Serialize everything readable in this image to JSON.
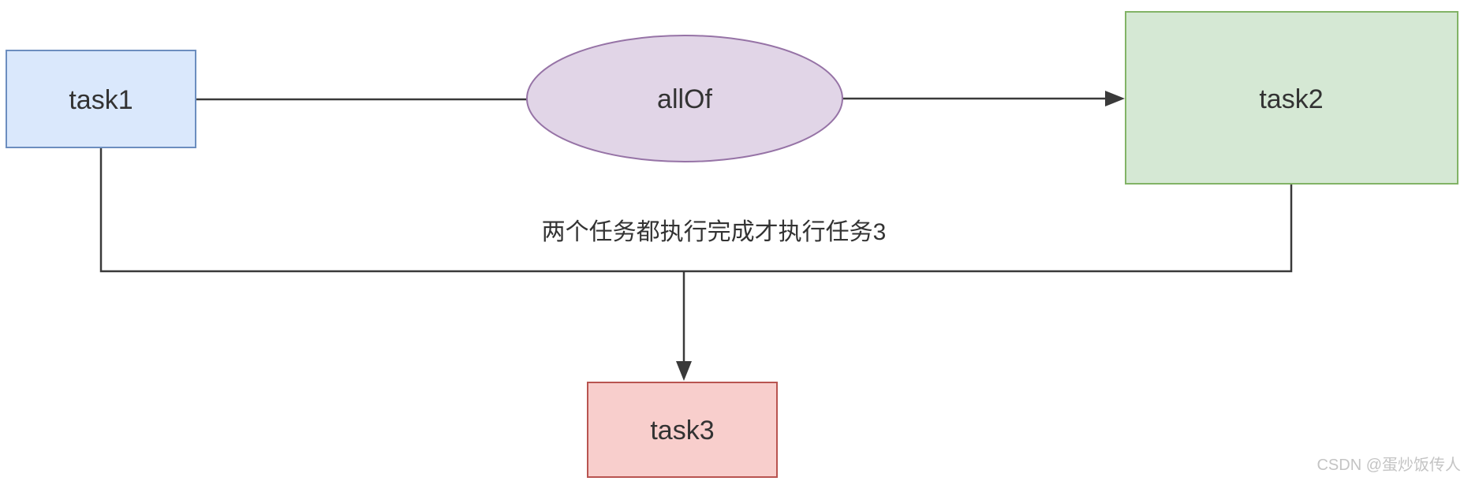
{
  "diagram": {
    "type": "flowchart",
    "nodes": {
      "task1": {
        "label": "task1",
        "shape": "rectangle",
        "fill": "#dae8fc",
        "stroke": "#6c8ebf"
      },
      "allOf": {
        "label": "allOf",
        "shape": "ellipse",
        "fill": "#e1d5e7",
        "stroke": "#9673a6"
      },
      "task2": {
        "label": "task2",
        "shape": "rectangle",
        "fill": "#d5e8d4",
        "stroke": "#82b366"
      },
      "task3": {
        "label": "task3",
        "shape": "rectangle",
        "fill": "#f8cecc",
        "stroke": "#b85450"
      }
    },
    "edges": [
      {
        "from": "task1",
        "to": "allOf",
        "arrow": false
      },
      {
        "from": "allOf",
        "to": "task2",
        "arrow": true
      },
      {
        "from": "task1",
        "to": "junction",
        "arrow": false
      },
      {
        "from": "task2",
        "to": "junction",
        "arrow": false
      },
      {
        "from": "junction",
        "to": "task3",
        "arrow": true
      }
    ],
    "edge_color": "#3a3a3a",
    "label_color": "#333333",
    "annotation": {
      "text": "两个任务都执行完成才执行任务3",
      "color": "#333333"
    }
  },
  "watermark": {
    "text": "CSDN @蛋炒饭传人",
    "color": "#c4c4c4"
  }
}
